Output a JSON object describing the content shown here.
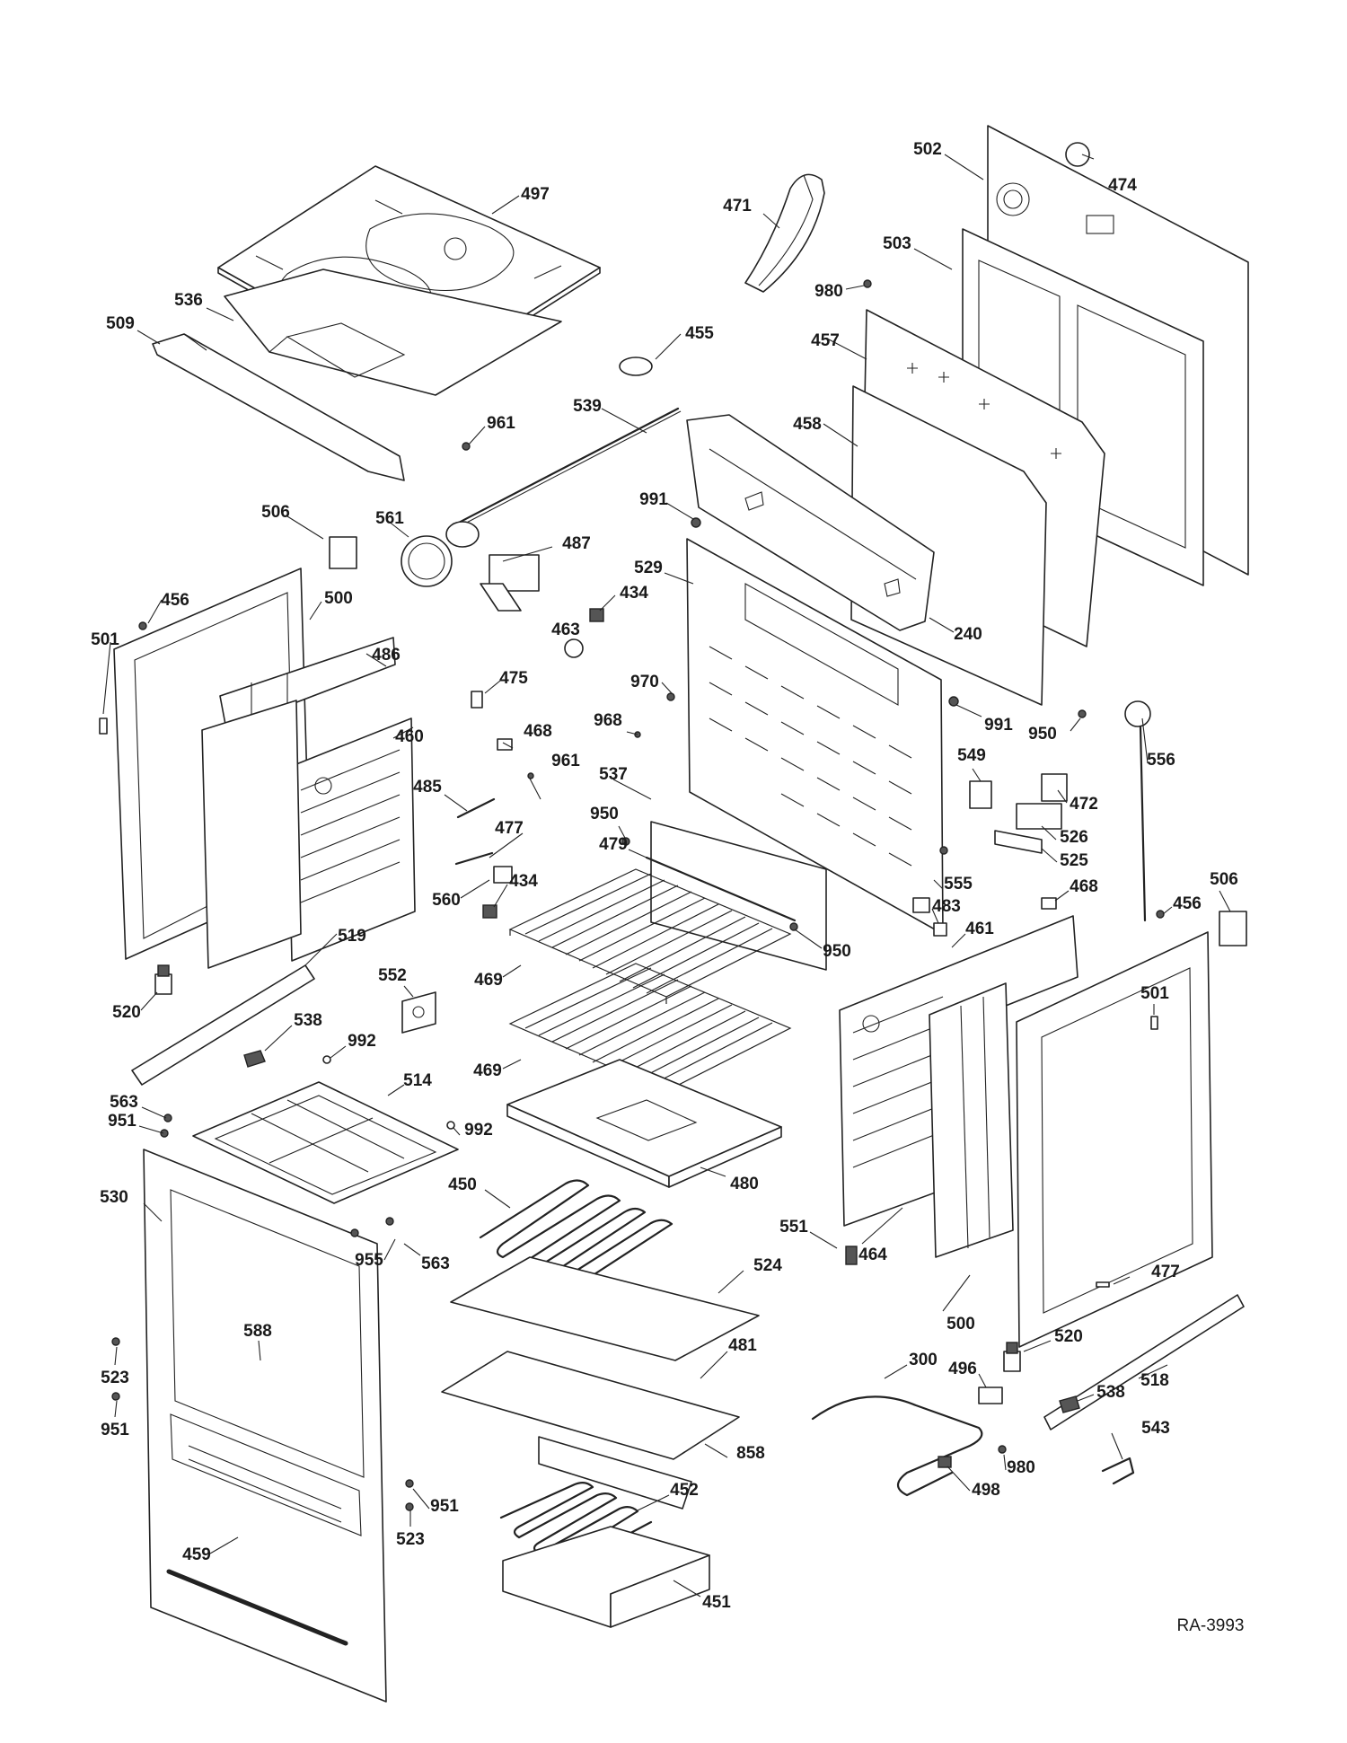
{
  "diagram": {
    "reference_code": "RA-3993",
    "callouts": [
      {
        "id": "c497",
        "label": "497"
      },
      {
        "id": "c471",
        "label": "471"
      },
      {
        "id": "c502",
        "label": "502"
      },
      {
        "id": "c474",
        "label": "474"
      },
      {
        "id": "c536",
        "label": "536"
      },
      {
        "id": "c509",
        "label": "509"
      },
      {
        "id": "c503",
        "label": "503"
      },
      {
        "id": "c980a",
        "label": "980"
      },
      {
        "id": "c455",
        "label": "455"
      },
      {
        "id": "c457",
        "label": "457"
      },
      {
        "id": "c539",
        "label": "539"
      },
      {
        "id": "c961a",
        "label": "961"
      },
      {
        "id": "c458",
        "label": "458"
      },
      {
        "id": "c991a",
        "label": "991"
      },
      {
        "id": "c506a",
        "label": "506"
      },
      {
        "id": "c561",
        "label": "561"
      },
      {
        "id": "c487",
        "label": "487"
      },
      {
        "id": "c529",
        "label": "529"
      },
      {
        "id": "c456a",
        "label": "456"
      },
      {
        "id": "c500a",
        "label": "500"
      },
      {
        "id": "c434a",
        "label": "434"
      },
      {
        "id": "c501a",
        "label": "501"
      },
      {
        "id": "c486",
        "label": "486"
      },
      {
        "id": "c463",
        "label": "463"
      },
      {
        "id": "c240",
        "label": "240"
      },
      {
        "id": "c475",
        "label": "475"
      },
      {
        "id": "c970",
        "label": "970"
      },
      {
        "id": "c991b",
        "label": "991"
      },
      {
        "id": "c950a",
        "label": "950"
      },
      {
        "id": "c460",
        "label": "460"
      },
      {
        "id": "c968",
        "label": "968"
      },
      {
        "id": "c468a",
        "label": "468"
      },
      {
        "id": "c556",
        "label": "556"
      },
      {
        "id": "c549",
        "label": "549"
      },
      {
        "id": "c961b",
        "label": "961"
      },
      {
        "id": "c537",
        "label": "537"
      },
      {
        "id": "c485",
        "label": "485"
      },
      {
        "id": "c472",
        "label": "472"
      },
      {
        "id": "c950b",
        "label": "950"
      },
      {
        "id": "c477a",
        "label": "477"
      },
      {
        "id": "c479",
        "label": "479"
      },
      {
        "id": "c526",
        "label": "526"
      },
      {
        "id": "c525",
        "label": "525"
      },
      {
        "id": "c434b",
        "label": "434"
      },
      {
        "id": "c560",
        "label": "560"
      },
      {
        "id": "c555",
        "label": "555"
      },
      {
        "id": "c468b",
        "label": "468"
      },
      {
        "id": "c506b",
        "label": "506"
      },
      {
        "id": "c483",
        "label": "483"
      },
      {
        "id": "c456b",
        "label": "456"
      },
      {
        "id": "c950c",
        "label": "950"
      },
      {
        "id": "c461",
        "label": "461"
      },
      {
        "id": "c519",
        "label": "519"
      },
      {
        "id": "c469a",
        "label": "469"
      },
      {
        "id": "c552",
        "label": "552"
      },
      {
        "id": "c520a",
        "label": "520"
      },
      {
        "id": "c501b",
        "label": "501"
      },
      {
        "id": "c538a",
        "label": "538"
      },
      {
        "id": "c992a",
        "label": "992"
      },
      {
        "id": "c469b",
        "label": "469"
      },
      {
        "id": "c514",
        "label": "514"
      },
      {
        "id": "c563a",
        "label": "563"
      },
      {
        "id": "c951a",
        "label": "951"
      },
      {
        "id": "c992b",
        "label": "992"
      },
      {
        "id": "c530",
        "label": "530"
      },
      {
        "id": "c480",
        "label": "480"
      },
      {
        "id": "c450",
        "label": "450"
      },
      {
        "id": "c551",
        "label": "551"
      },
      {
        "id": "c464",
        "label": "464"
      },
      {
        "id": "c955",
        "label": "955"
      },
      {
        "id": "c563b",
        "label": "563"
      },
      {
        "id": "c524",
        "label": "524"
      },
      {
        "id": "c477b",
        "label": "477"
      },
      {
        "id": "c500b",
        "label": "500"
      },
      {
        "id": "c588",
        "label": "588"
      },
      {
        "id": "c481",
        "label": "481"
      },
      {
        "id": "c520b",
        "label": "520"
      },
      {
        "id": "c300",
        "label": "300"
      },
      {
        "id": "c496",
        "label": "496"
      },
      {
        "id": "c523a",
        "label": "523"
      },
      {
        "id": "c518",
        "label": "518"
      },
      {
        "id": "c538b",
        "label": "538"
      },
      {
        "id": "c951b",
        "label": "951"
      },
      {
        "id": "c858",
        "label": "858"
      },
      {
        "id": "c543",
        "label": "543"
      },
      {
        "id": "c980b",
        "label": "980"
      },
      {
        "id": "c498",
        "label": "498"
      },
      {
        "id": "c452",
        "label": "452"
      },
      {
        "id": "c951c",
        "label": "951"
      },
      {
        "id": "c523b",
        "label": "523"
      },
      {
        "id": "c459",
        "label": "459"
      },
      {
        "id": "c451",
        "label": "451"
      }
    ]
  }
}
